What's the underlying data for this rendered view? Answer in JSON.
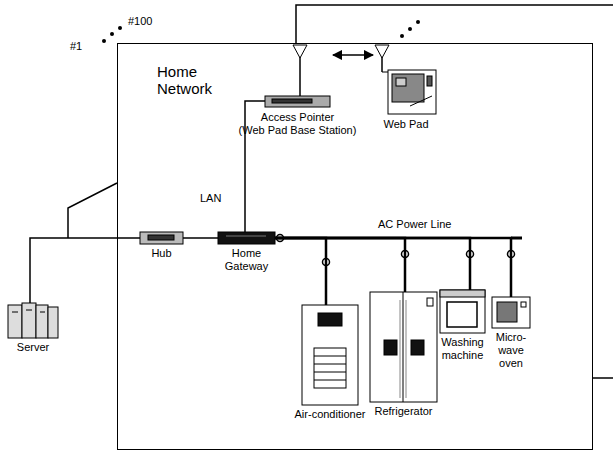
{
  "diagram": {
    "nodes": [
      {
        "text": [
          "Home Network"
        ]
      },
      {
        "text": [
          "Access Pointer",
          "(Web Pad Base Station)"
        ],
        "in": 0
      },
      {
        "text": [
          "Web Pad"
        ],
        "in": 0
      },
      {
        "text": [
          "Hub"
        ],
        "in": 0
      },
      {
        "text": [
          "Home Gateway"
        ],
        "in": 0
      },
      {
        "text": [
          "Air-conditioner"
        ],
        "in": 0
      },
      {
        "text": [
          "Refrigerator"
        ],
        "in": 0
      },
      {
        "text": [
          "Washing machine"
        ],
        "in": 0
      },
      {
        "text": [
          "Micro- wave oven"
        ],
        "in": 0
      },
      {
        "text": [
          "Server"
        ]
      }
    ],
    "edges": [
      {
        "from": 9,
        "to": 3,
        "arrow": "none"
      },
      {
        "from": 3,
        "to": 4,
        "arrow": "none"
      },
      {
        "from": 4,
        "to": 1,
        "label": "LAN",
        "arrow": "none"
      },
      {
        "from": 1,
        "to": 2,
        "arrow": "both"
      },
      {
        "from": 4,
        "to": 5,
        "arrow": "none"
      },
      {
        "from": 4,
        "to": 6,
        "arrow": "none"
      },
      {
        "from": 4,
        "to": 7,
        "arrow": "none"
      },
      {
        "from": 4,
        "to": 8,
        "arrow": "none"
      }
    ],
    "labels": [
      "#100",
      "#1",
      "AC Power Line"
    ]
  }
}
